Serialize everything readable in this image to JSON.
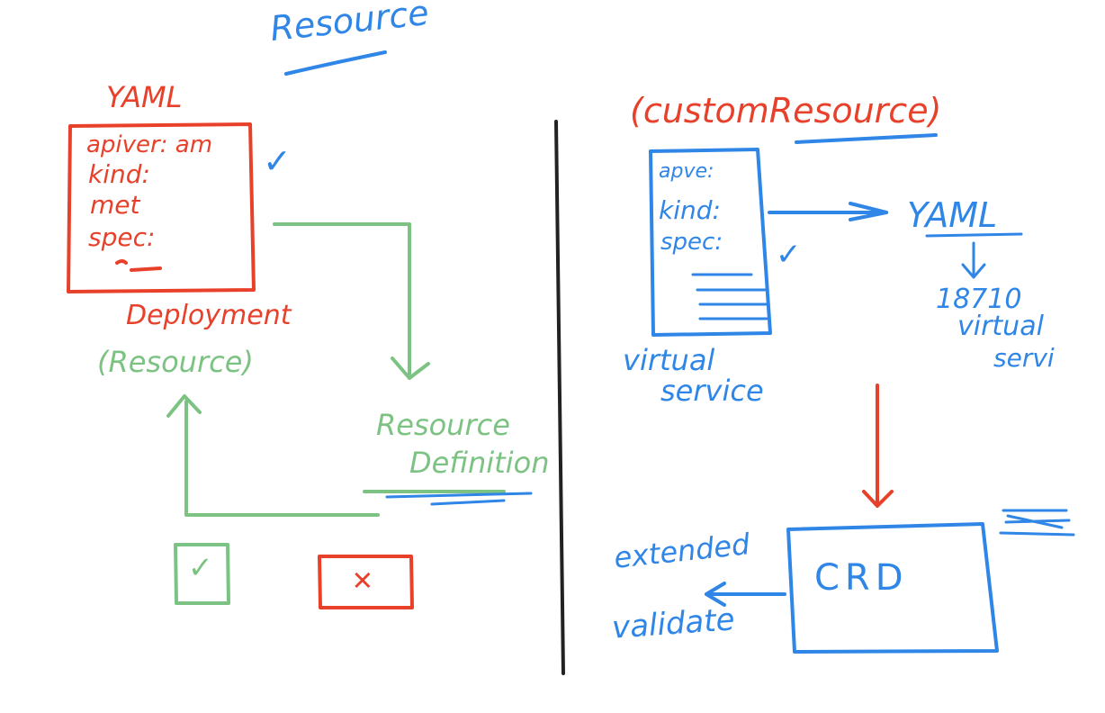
{
  "colors": {
    "red": "#e8412b",
    "blue": "#2f86e6",
    "green": "#7cc383",
    "divider": "#222222"
  },
  "left": {
    "title": "Resource",
    "yaml_label": "YAML",
    "yaml_lines": [
      "apiver: am",
      "kind:",
      "met",
      "spec:"
    ],
    "checkmark": "✓",
    "deployment_label": "Deployment",
    "resource_paren": "(Resource)",
    "resource_definition_line1": "Resource",
    "resource_definition_line2": "Definition",
    "accepted_mark": "✓",
    "rejected_mark": "✕"
  },
  "right": {
    "title": "(customResource)",
    "doc_lines": [
      "apve:",
      "kind:",
      "spec:"
    ],
    "checkmark": "✓",
    "yaml_label": "YAML",
    "istio_label": "18710",
    "istio_vs_line1": "virtual",
    "istio_vs_line2": "servi",
    "virtual_service_line1": "virtual",
    "virtual_service_line2": "service",
    "crd_label": "CRD",
    "extended_label": "extended",
    "validate_label": "validate"
  }
}
